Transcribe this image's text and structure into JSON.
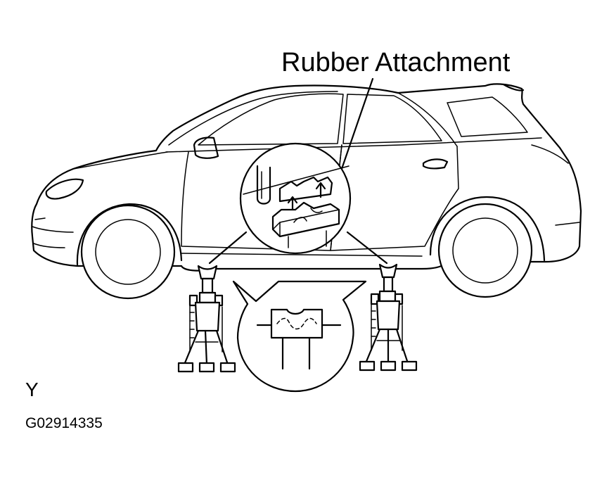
{
  "callout": {
    "label": "Rubber Attachment"
  },
  "view_letter": "Y",
  "figure_code": "G02914335",
  "icons": {
    "car": "hatchback-side-view",
    "stands": "jack-stand-icon",
    "detail_top": "rubber-attachment-detail",
    "detail_bottom": "stand-saddle-detail"
  },
  "colors": {
    "line": "#000000",
    "background": "#ffffff"
  }
}
